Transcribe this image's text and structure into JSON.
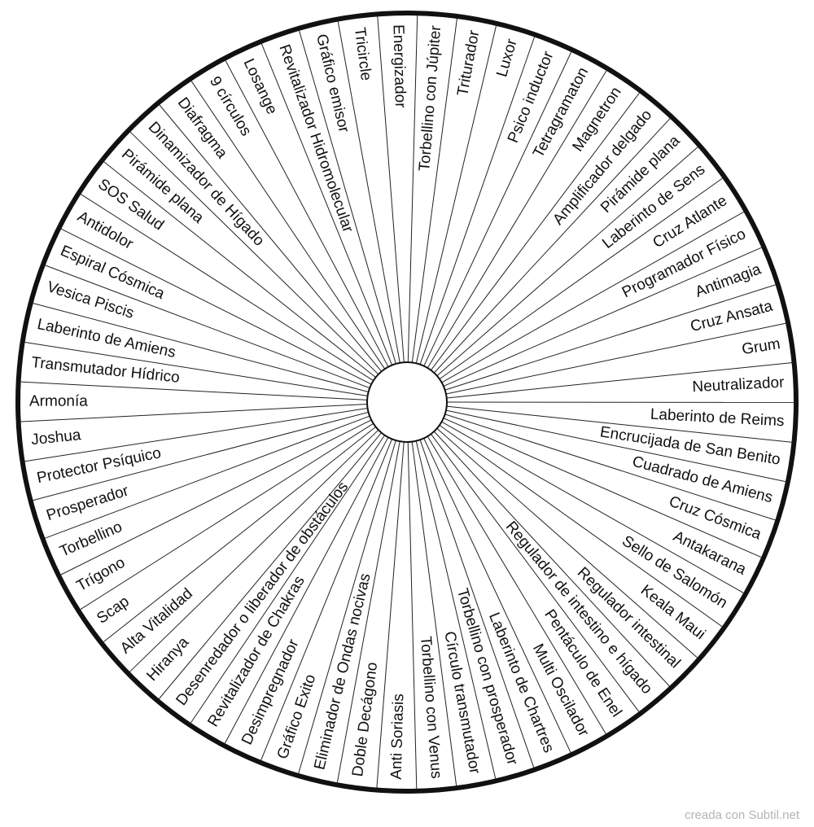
{
  "wheel": {
    "labels": [
      "Neutralizador",
      "Grum",
      "Cruz Ansata",
      "Antimagia",
      "Programador Físico",
      "Cruz Atlante",
      "Laberinto de Sens",
      "Pirámide plana",
      "Amplificador delgado",
      "Magnetron",
      "Tetragramaton",
      "Psico inductor",
      "Luxor",
      "Triturador",
      "Torbellino con Júpiter",
      "Energizador",
      "Tricircle",
      "Gráfico emisor",
      "Revitalizador Hidromolecular",
      "Losange",
      "9 círculos",
      "Diafragma",
      "Dinamizador de Hígado",
      "Pirámide plana",
      "SOS Salud",
      "Antidolor",
      "Espiral Cósmica",
      "Vesica Piscis",
      "Laberinto de Amiens",
      "Transmutador Hídrico",
      "Armonía",
      "Joshua",
      "Protector Psíquico",
      "Prosperador",
      "Torbellino",
      "Trígono",
      "Scap",
      "Alta Vitalidad",
      "Hiranya",
      "Desenredador o liberador de obstáculos",
      "Revitalizador de Chakras",
      "Desimpregnador",
      "Gráfico Exito",
      "Eliminador de Ondas nocivas",
      "Doble Decágono",
      "Anti Soriasis",
      "Torbellino con Venus",
      "Círculo transmutador",
      "Torbellino con prosperador",
      "Laberinto de Chartres",
      "Multi Oscilador",
      "Pentáculo de Enel",
      "Regulador de intestino e hígado",
      "Regulador intestinal",
      "Keala Maui",
      "Sello de Salomón",
      "Antakarana",
      "Cruz Cósmica",
      "Cuadrado de Amiens",
      "Encrucijada de San Benito",
      "Laberinto de Reims"
    ],
    "border_color": "#111111",
    "line_color": "#222222"
  },
  "footer": {
    "credit": "creada con Subtil.net"
  }
}
